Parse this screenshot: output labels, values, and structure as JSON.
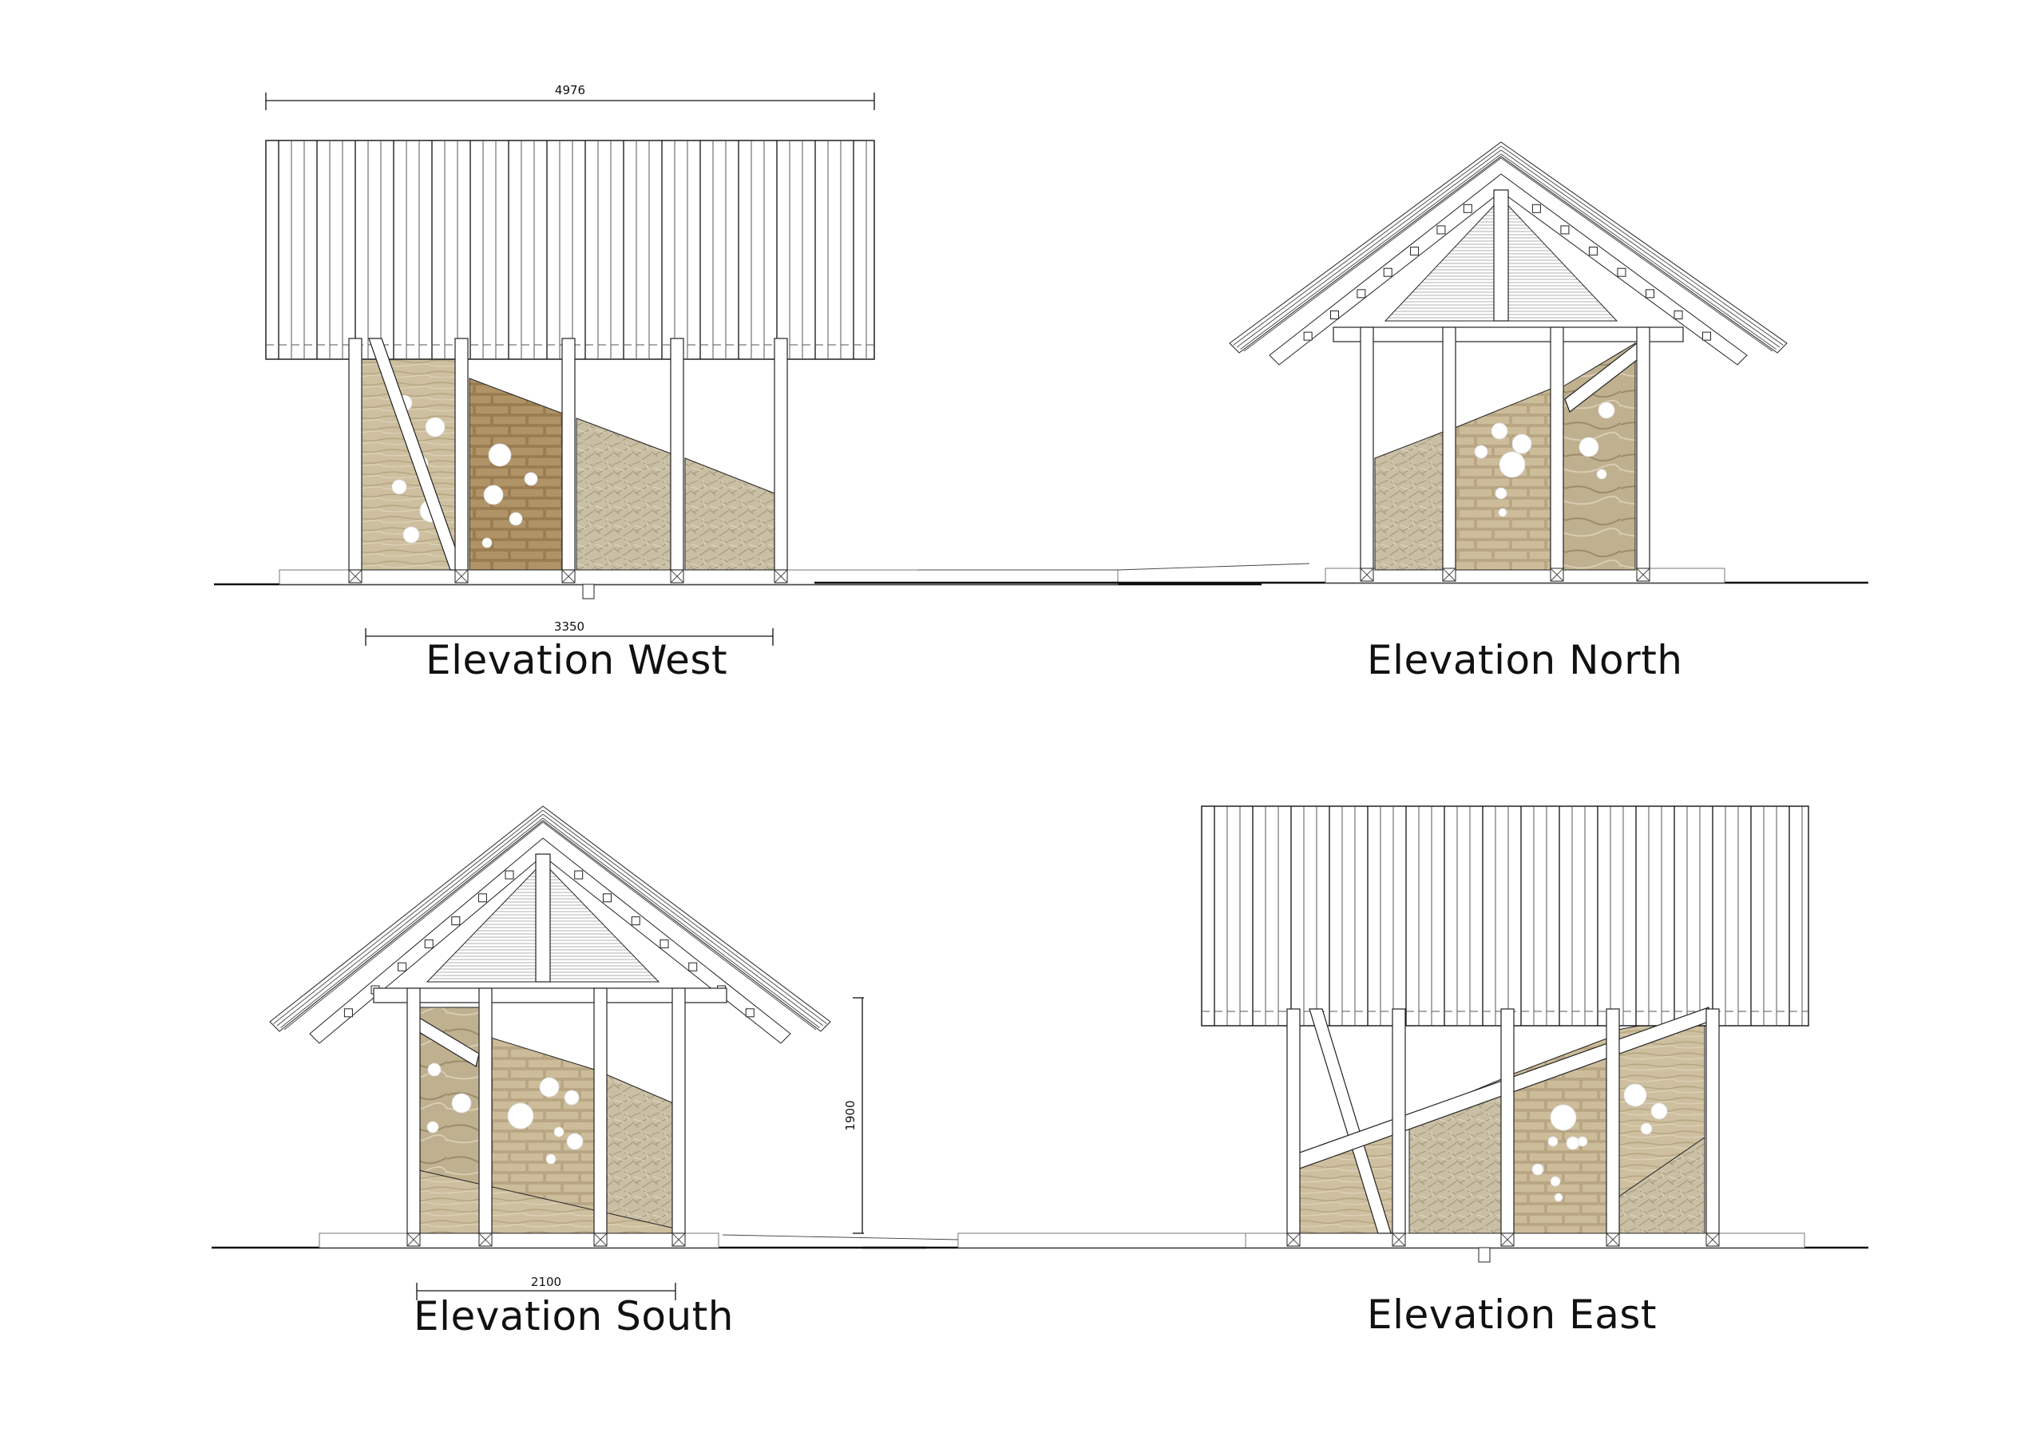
{
  "drawings": [
    {
      "key": "west",
      "caption": "Elevation West",
      "dimension_labels": [
        "4976",
        "3350"
      ]
    },
    {
      "key": "north",
      "caption": "Elevation North",
      "dimension_labels": []
    },
    {
      "key": "south",
      "caption": "Elevation South",
      "dimension_labels": [
        "1900",
        "2100"
      ]
    },
    {
      "key": "east",
      "caption": "Elevation East",
      "dimension_labels": []
    }
  ],
  "colors": {
    "line": "#111111",
    "rammed_earth": "#cbbd9c",
    "brick": "#a98a5c",
    "straw": "#c9bfa6",
    "stone": "#b8a888",
    "background": "#ffffff"
  }
}
